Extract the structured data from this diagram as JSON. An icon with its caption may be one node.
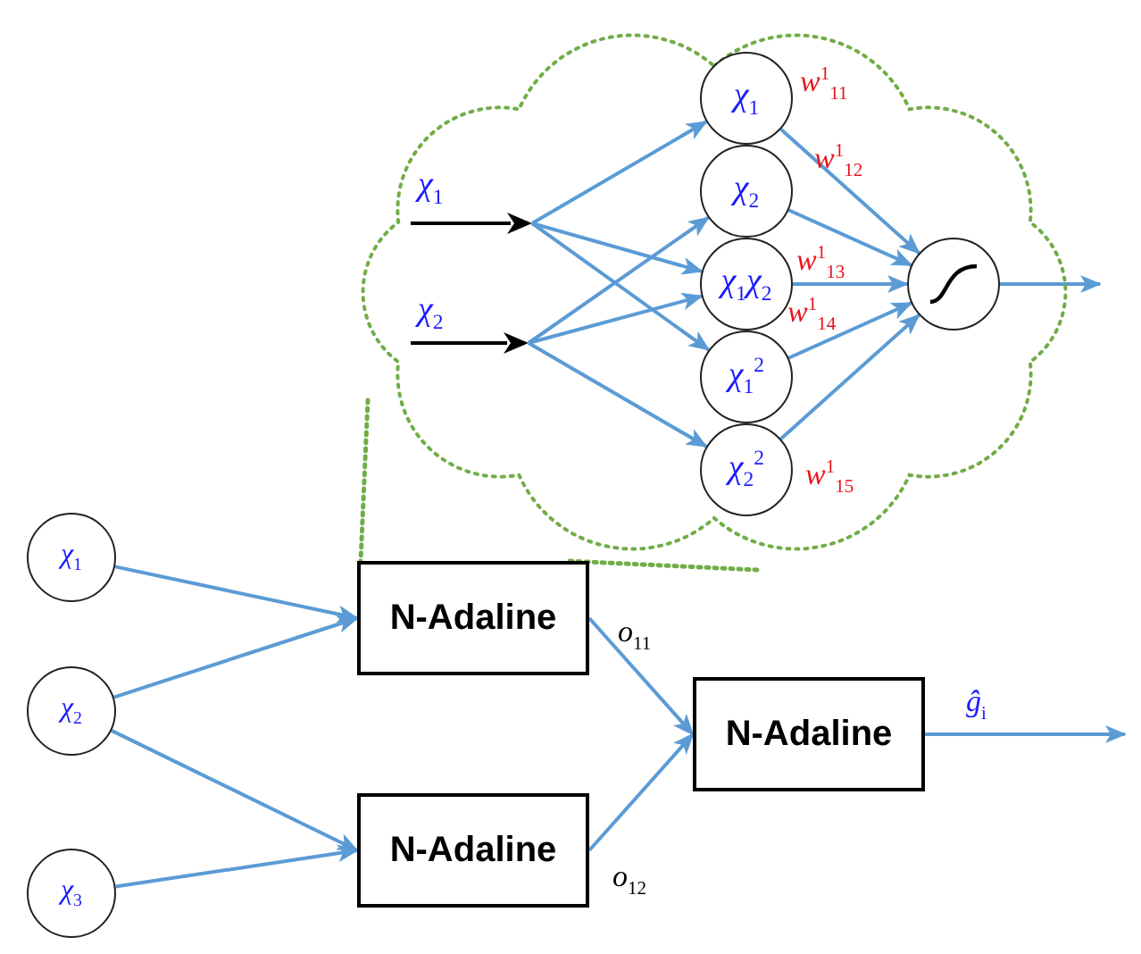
{
  "diagram": {
    "nodes": [
      {
        "text": [],
        "shape": "cloud"
      },
      {
        "text": [
          "χ$_{1}$"
        ],
        "in": 0
      },
      {
        "text": [
          "χ$_{2}$"
        ],
        "in": 0
      },
      {
        "text": [
          "χ$_{1}$"
        ],
        "in": 0
      },
      {
        "text": [
          "χ$_{2}$"
        ],
        "in": 0
      },
      {
        "text": [
          "χ$_{1}$χ$_{2}$"
        ],
        "in": 0
      },
      {
        "text": [
          "χ$_{1}$$^{2}$"
        ],
        "in": 0
      },
      {
        "text": [
          "χ$_{2}$$^{2}$"
        ],
        "in": 0
      },
      {
        "text": [],
        "shape": "circle",
        "in": 0
      },
      {
        "text": [
          "χ$_{1}$"
        ]
      },
      {
        "text": [
          "χ$_{2}$"
        ]
      },
      {
        "text": [
          "χ$_{3}$"
        ]
      },
      {
        "text": [
          "N-Adaline"
        ]
      },
      {
        "text": [
          "N-Adaline"
        ]
      },
      {
        "text": [
          "N-Adaline"
        ]
      }
    ],
    "edges": [
      {
        "from": 1,
        "to": 3,
        "arrow": "to"
      },
      {
        "from": 1,
        "to": 5,
        "arrow": "to"
      },
      {
        "from": 1,
        "to": 6,
        "arrow": "to"
      },
      {
        "from": 2,
        "to": 4,
        "arrow": "to"
      },
      {
        "from": 2,
        "to": 5,
        "arrow": "to"
      },
      {
        "from": 2,
        "to": 7,
        "arrow": "to"
      },
      {
        "from": 3,
        "to": 8,
        "arrow": "to"
      },
      {
        "from": 4,
        "to": 8,
        "arrow": "to"
      },
      {
        "from": 5,
        "to": 8,
        "arrow": "to"
      },
      {
        "from": 6,
        "to": 8,
        "arrow": "to"
      },
      {
        "from": 7,
        "to": 8,
        "arrow": "to"
      },
      {
        "from": 8,
        "to": null,
        "arrow": "to"
      },
      {
        "from": 9,
        "to": 12,
        "arrow": "to"
      },
      {
        "from": 10,
        "to": 12,
        "arrow": "to"
      },
      {
        "from": 10,
        "to": 13,
        "arrow": "to"
      },
      {
        "from": 11,
        "to": 13,
        "arrow": "to"
      },
      {
        "from": 12,
        "to": 14,
        "arrow": "to",
        "label": "o$_{11}$"
      },
      {
        "from": 13,
        "to": 14,
        "arrow": "to",
        "label": "o$_{12}$"
      },
      {
        "from": 14,
        "to": null,
        "arrow": "to",
        "label": "ĝ$_{i}$"
      },
      {
        "from": 0,
        "to": 12,
        "arrow": "none",
        "style": "dashed",
        "color": "#70ad47"
      },
      {
        "from": 0,
        "to": 12,
        "arrow": "none",
        "style": "dashed",
        "color": "#70ad47"
      }
    ],
    "labels": [
      "w$^{1}$$_{11}$",
      "w$^{1}$$_{12}$",
      "w$^{1}$$_{13}$",
      "w$^{1}$$_{14}$",
      "w$^{1}$$_{15}$"
    ]
  }
}
